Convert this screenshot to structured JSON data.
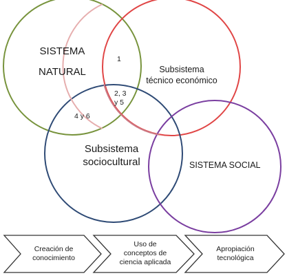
{
  "colors": {
    "natural": "#77933c",
    "tecnico": "#e04545",
    "sociocultural": "#2e4a75",
    "social": "#7a3ea0",
    "overlap_natural_tecnico": "#e6aeae",
    "overlap_tecnico_socio": "#cc7a85",
    "chevron_stroke": "#333333"
  },
  "circles": {
    "natural": "SISTEMA NATURAL",
    "natural_line1": "SISTEMA",
    "natural_line2": "NATURAL",
    "tecnico_line1": "Subsistema",
    "tecnico_line2": "técnico económico",
    "socio_line1": "Subsistema",
    "socio_line2": "sociocultural",
    "social": "SISTEMA SOCIAL"
  },
  "regions": {
    "r1": "1",
    "r235_line1": "2, 3",
    "r235_line2": "y 5",
    "r46": "4 y 6"
  },
  "process": [
    {
      "line1": "Creación de",
      "line2": "conocimiento",
      "line3": ""
    },
    {
      "line1": "Uso de",
      "line2": "conceptos de",
      "line3": "ciencia aplicada"
    },
    {
      "line1": "Apropiación",
      "line2": "tecnológica",
      "line3": ""
    }
  ]
}
